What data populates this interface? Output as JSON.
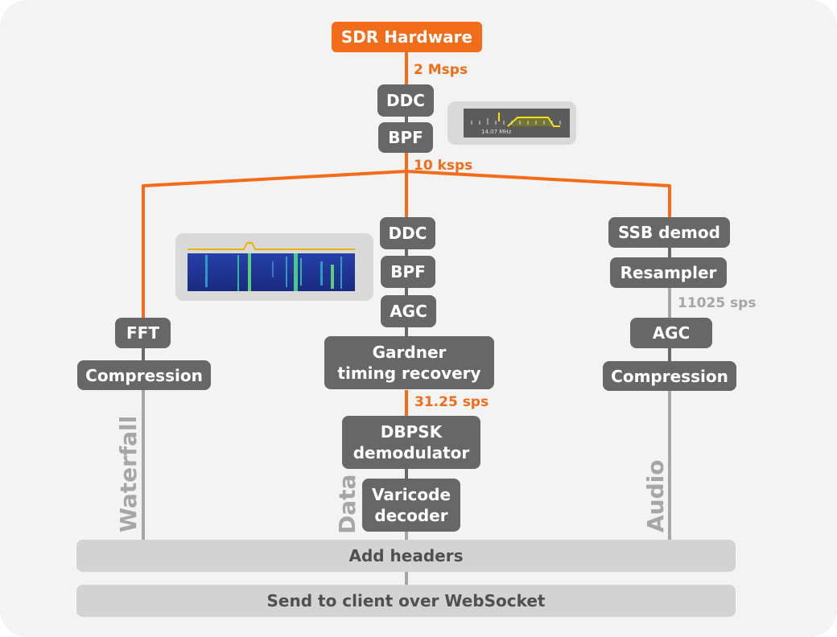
{
  "title": "",
  "source": {
    "label": "SDR Hardware"
  },
  "rates": {
    "hw_out": "2 Msps",
    "after_bpf": "10 ksps",
    "audio_resampled": "11025 sps",
    "symbol_rate": "31.25 sps"
  },
  "front_chain": {
    "ddc": "DDC",
    "bpf": "BPF"
  },
  "spectrum_inset": {
    "frequency_label": "14.07 MHz"
  },
  "waterfall_branch": {
    "fft": "FFT",
    "compression": "Compression",
    "stream_label": "Waterfall"
  },
  "data_branch": {
    "ddc": "DDC",
    "bpf": "BPF",
    "agc": "AGC",
    "gardner": "Gardner\ntiming recovery",
    "dbpsk": "DBPSK\ndemodulator",
    "varicode": "Varicode\ndecoder",
    "stream_label": "Data"
  },
  "audio_branch": {
    "ssb_demod": "SSB demod",
    "resampler": "Resampler",
    "agc": "AGC",
    "compression": "Compression",
    "stream_label": "Audio"
  },
  "output": {
    "add_headers": "Add headers",
    "send": "Send to client over WebSocket"
  },
  "colors": {
    "accent": "#f26c1a",
    "box": "#676767",
    "bar": "#d3d3d3",
    "panel": "#f3f3f3",
    "muted": "#a6a6a6"
  }
}
